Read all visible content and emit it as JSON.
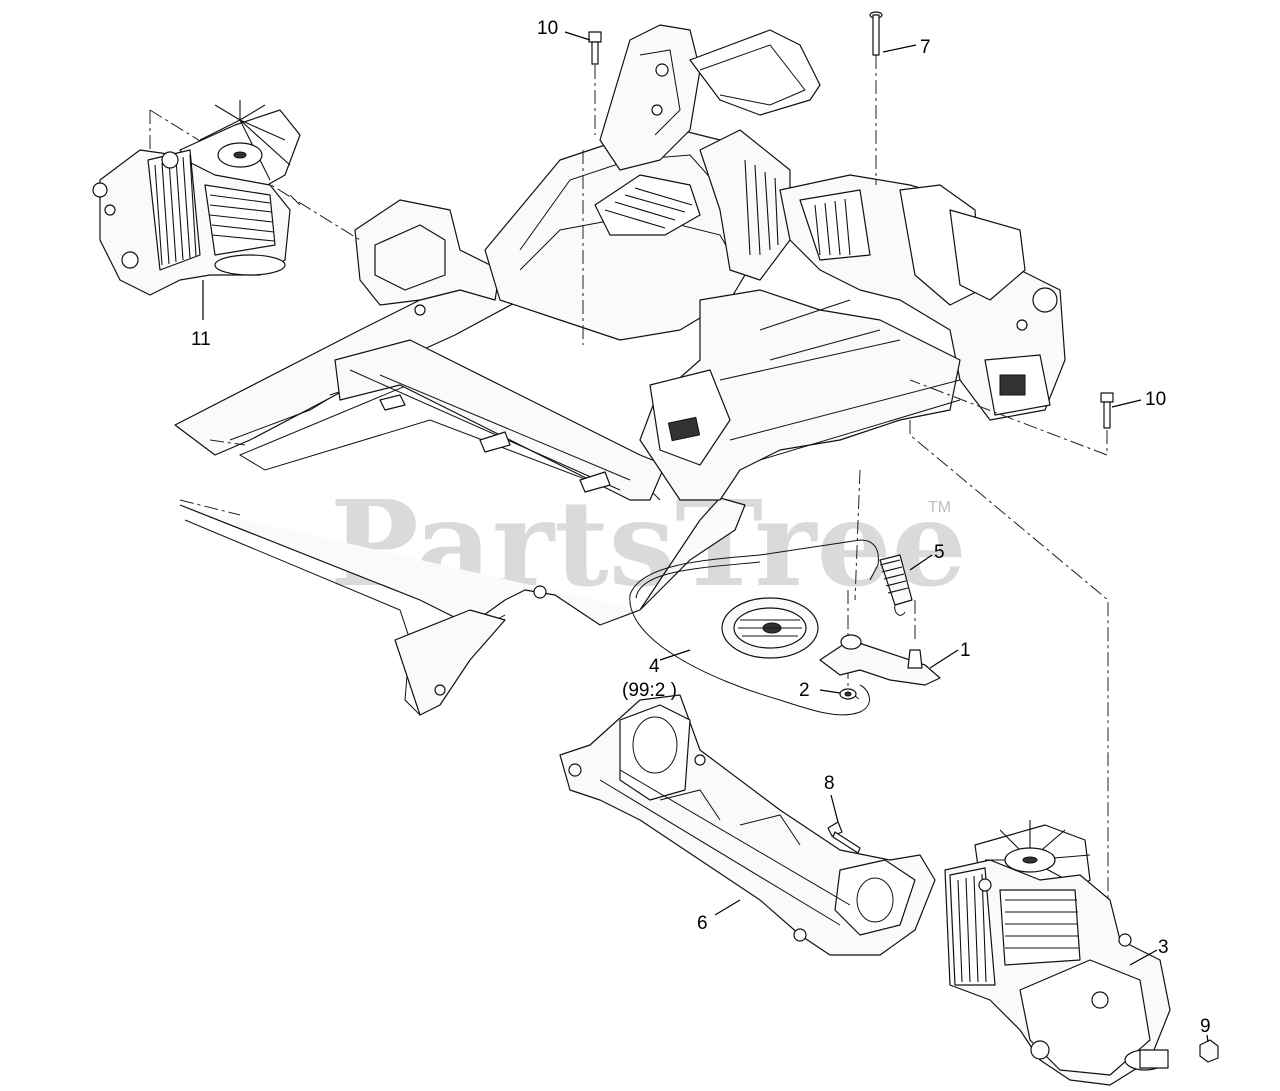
{
  "diagram": {
    "watermark": "PartsTree",
    "trademark": "TM",
    "callouts": {
      "c1": "1",
      "c2": "2",
      "c3": "3",
      "c4": "4",
      "c4_ref": "(99:2 )",
      "c5": "5",
      "c6": "6",
      "c7": "7",
      "c8": "8",
      "c9": "9",
      "c10a": "10",
      "c10b": "10",
      "c11": "11"
    }
  }
}
